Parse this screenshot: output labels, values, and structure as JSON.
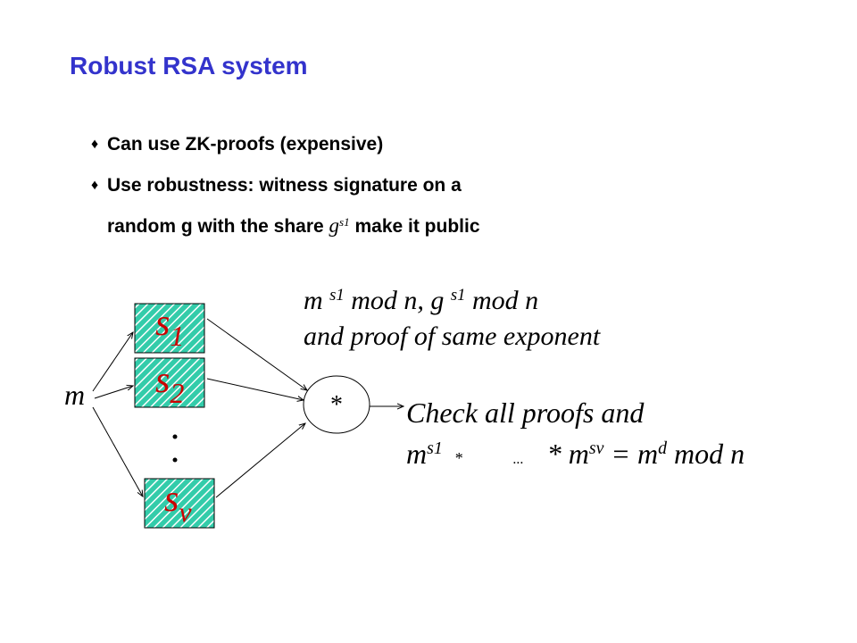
{
  "slide": {
    "title": "Robust RSA system",
    "bullets": [
      {
        "text": "Can use ZK-proofs (expensive)"
      },
      {
        "line1": "Use robustness: witness signature on a",
        "line2_pre": "random g with the share",
        "g": "g",
        "s1": "s1",
        "line2_post": "make it public"
      }
    ]
  },
  "diagram": {
    "input": "m",
    "shares": [
      {
        "label": "s",
        "sub": "1"
      },
      {
        "label": "s",
        "sub": "2"
      },
      {
        "label": "s",
        "sub": "v"
      }
    ],
    "combiner": "*",
    "top_note": {
      "line1": "m s1 mod n, g s1 mod n",
      "line2": "and proof of same exponent"
    },
    "check": {
      "line1": "Check all proofs and",
      "line2_a": "m",
      "line2_sup1": "s1",
      "line2_b": "*",
      "line2_dots": "...",
      "line2_c": "* m",
      "line2_sup2": "sv",
      "line2_d": "= m",
      "line2_sup3": "d",
      "line2_e": "mod n"
    },
    "colors": {
      "share_fill": "#33ccaa",
      "share_hatch": "#ffffff",
      "share_border": "#000000",
      "label_color": "#cc0000"
    }
  }
}
